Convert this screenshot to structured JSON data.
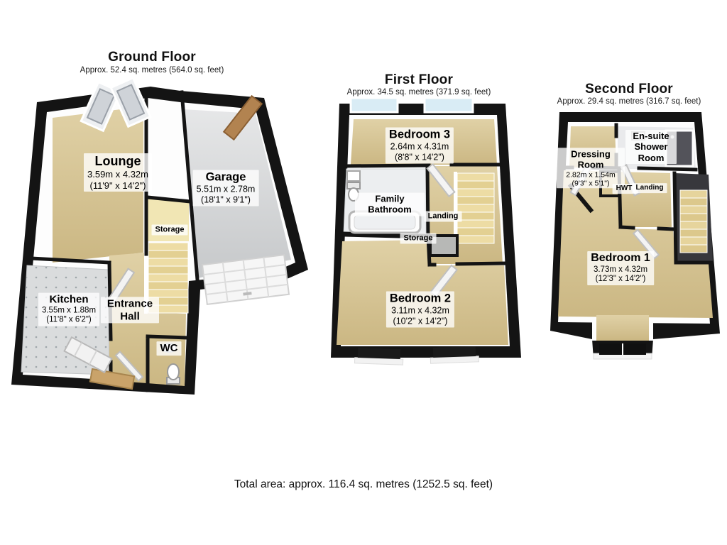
{
  "footer": {
    "total_area": "Total area: approx. 116.4 sq. metres (1252.5 sq. feet)"
  },
  "colors": {
    "wall": "#141414",
    "floor_tan": "#d6c494",
    "floor_gray": "#d9dadc",
    "floor_tile": "#eceef0",
    "stairs": "#e9d8a1",
    "window_glass": "#d9ecf5",
    "label_background": "rgba(255,255,255,0.78)"
  },
  "floors": [
    {
      "title": "Ground Floor",
      "subtitle": "Approx. 52.4 sq. metres (564.0 sq. feet)",
      "rooms": [
        {
          "name": "Lounge",
          "dims_m": "3.59m x 4.32m",
          "dims_ft": "(11'9\" x 14'2\")"
        },
        {
          "name": "Garage",
          "dims_m": "5.51m x 2.78m",
          "dims_ft": "(18'1\" x 9'1\")"
        },
        {
          "name": "Storage"
        },
        {
          "name": "Kitchen",
          "dims_m": "3.55m x 1.88m",
          "dims_ft": "(11'8\" x 6'2\")"
        },
        {
          "name": "Entrance Hall"
        },
        {
          "name": "WC"
        }
      ]
    },
    {
      "title": "First Floor",
      "subtitle": "Approx. 34.5 sq. metres (371.9 sq. feet)",
      "rooms": [
        {
          "name": "Bedroom 3",
          "dims_m": "2.64m x 4.31m",
          "dims_ft": "(8'8\" x 14'2\")"
        },
        {
          "name": "Family Bathroom"
        },
        {
          "name": "Landing"
        },
        {
          "name": "Storage"
        },
        {
          "name": "Bedroom 2",
          "dims_m": "3.11m x 4.32m",
          "dims_ft": "(10'2\" x 14'2\")"
        }
      ]
    },
    {
      "title": "Second Floor",
      "subtitle": "Approx. 29.4 sq. metres (316.7 sq. feet)",
      "rooms": [
        {
          "name": "Dressing Room",
          "dims_m": "2.82m x 1.54m",
          "dims_ft": "(9'3\" x 5'1\")"
        },
        {
          "name": "En-suite Shower Room"
        },
        {
          "name": "HWT"
        },
        {
          "name": "Landing"
        },
        {
          "name": "Bedroom 1",
          "dims_m": "3.73m x 4.32m",
          "dims_ft": "(12'3\" x 14'2\")"
        }
      ]
    }
  ]
}
